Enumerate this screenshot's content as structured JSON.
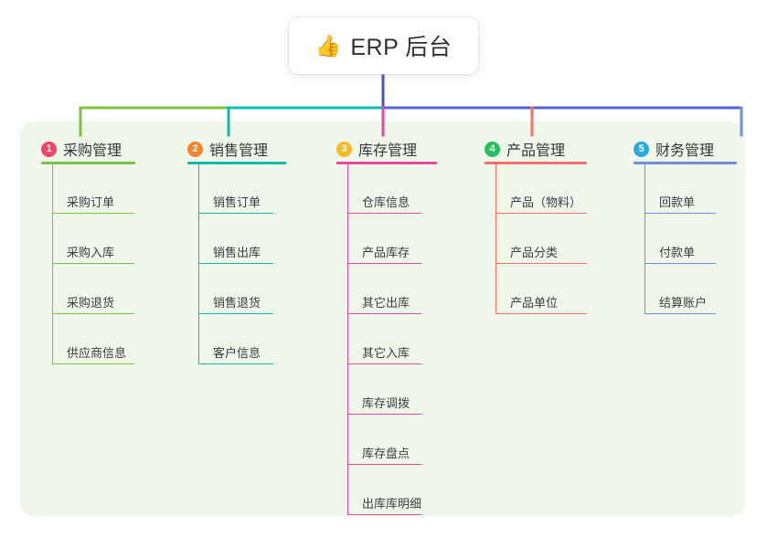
{
  "title": {
    "icon": "thumbs-up-emoji",
    "emoji": "👍",
    "text": "ERP 后台"
  },
  "colors": {
    "panel_bg": "#eef7ea",
    "page_bg": "#ffffff",
    "stem": "#4a55c4",
    "bar_left": "#7dc243",
    "bar_mid": "#0fbfb0",
    "bar_right": "#5562d6",
    "col1": "#7dc243",
    "col2": "#14b8a6",
    "col3": "#e24aa0",
    "col4": "#f4706a",
    "col5": "#6f8fe0",
    "badge1": "#f2456a",
    "badge2": "#f5842e",
    "badge3": "#f7b924",
    "badge4": "#25c15f",
    "badge5": "#2aa9e0"
  },
  "columns": [
    {
      "index": "1",
      "badge_color": "#f2456a",
      "line_color": "#7dc243",
      "title": "采购管理",
      "items": [
        "采购订单",
        "采购入库",
        "采购退货",
        "供应商信息"
      ]
    },
    {
      "index": "2",
      "badge_color": "#f5842e",
      "line_color": "#14b8a6",
      "title": "销售管理",
      "items": [
        "销售订单",
        "销售出库",
        "销售退货",
        "客户信息"
      ]
    },
    {
      "index": "3",
      "badge_color": "#f7b924",
      "line_color": "#e24aa0",
      "title": "库存管理",
      "items": [
        "仓库信息",
        "产品库存",
        "其它出库",
        "其它入库",
        "库存调拨",
        "库存盘点",
        "出库库明细"
      ]
    },
    {
      "index": "4",
      "badge_color": "#25c15f",
      "line_color": "#f4706a",
      "title": "产品管理",
      "items": [
        "产品（物料）",
        "产品分类",
        "产品单位"
      ]
    },
    {
      "index": "5",
      "badge_color": "#2aa9e0",
      "line_color": "#6f8fe0",
      "title": "财务管理",
      "items": [
        "回款单",
        "付款单",
        "结算账户"
      ]
    }
  ]
}
